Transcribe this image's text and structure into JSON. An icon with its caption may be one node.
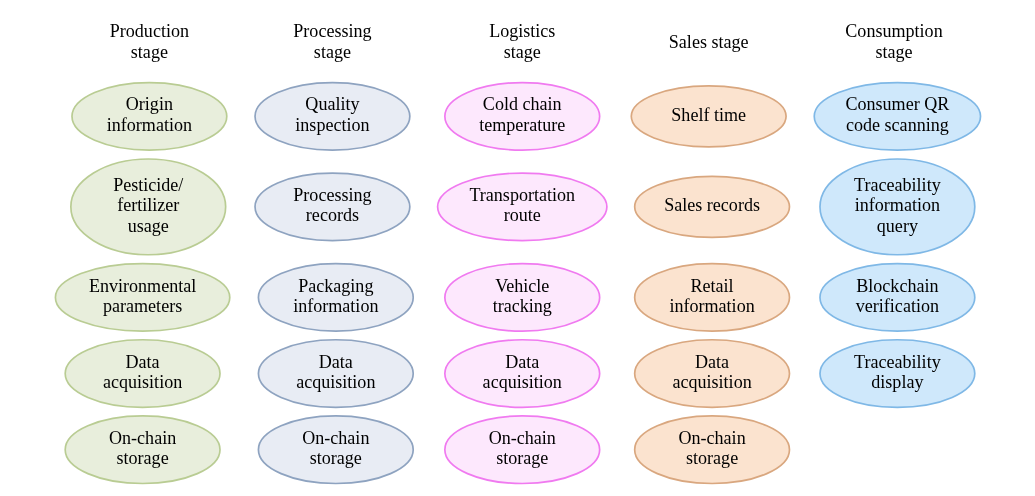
{
  "diagram": {
    "nodes": [
      {
        "text": [
          "Origin information"
        ]
      },
      {
        "text": [
          "Pesticide/ fertilizer usage"
        ]
      },
      {
        "text": [
          "Environmental parameters"
        ]
      },
      {
        "text": [
          "Data acquisition"
        ]
      },
      {
        "text": [
          "On-chain storage"
        ]
      },
      {
        "text": [
          "Quality inspection"
        ]
      },
      {
        "text": [
          "Processing records"
        ]
      },
      {
        "text": [
          "Packaging information"
        ]
      },
      {
        "text": [
          "Data acquisition"
        ]
      },
      {
        "text": [
          "On-chain storage"
        ]
      },
      {
        "text": [
          "Cold chain temperature"
        ]
      },
      {
        "text": [
          "Transportation route"
        ]
      },
      {
        "text": [
          "Vehicle tracking"
        ]
      },
      {
        "text": [
          "Data acquisition"
        ]
      },
      {
        "text": [
          "On-chain storage"
        ]
      },
      {
        "text": [
          "Shelf time"
        ]
      },
      {
        "text": [
          "Sales records"
        ]
      },
      {
        "text": [
          "Retail information"
        ]
      },
      {
        "text": [
          "Data acquisition"
        ]
      },
      {
        "text": [
          "On-chain storage"
        ]
      },
      {
        "text": [
          "Consumer QR code scanning"
        ]
      },
      {
        "text": [
          "Traceability information query"
        ]
      },
      {
        "text": [
          "Blockchain verification"
        ]
      },
      {
        "text": [
          "Traceability display"
        ]
      }
    ],
    "edges": [],
    "labels": [
      "Production stage",
      "Processing stage",
      "Logistics stage",
      "Sales stage",
      "Consumption stage"
    ]
  }
}
